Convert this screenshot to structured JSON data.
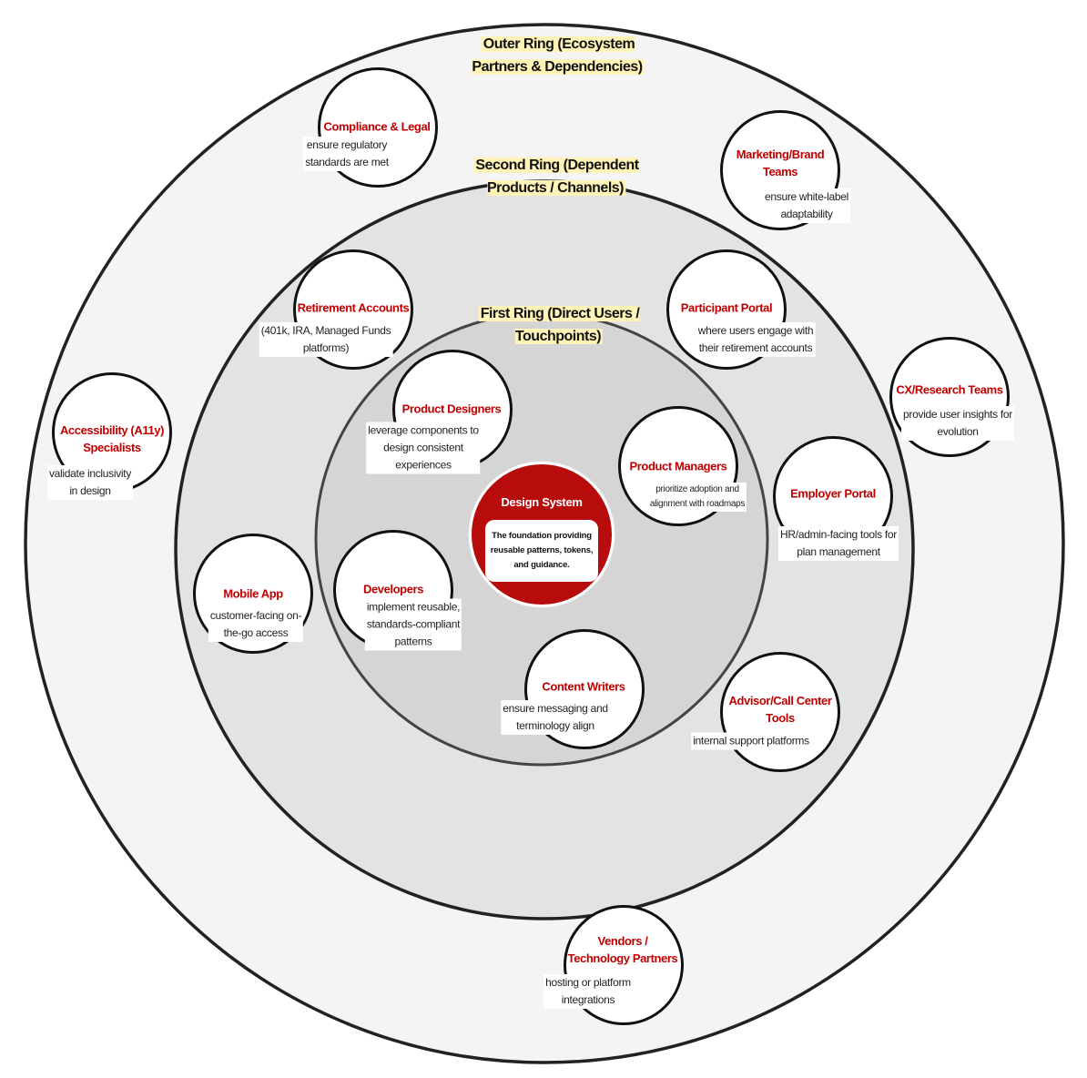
{
  "rings": {
    "outer": "Outer Ring (Ecosystem\nPartners & Dependencies)",
    "second": "Second Ring (Dependent\nProducts / Channels)",
    "first": "First Ring (Direct Users /\nTouchpoints)"
  },
  "core": {
    "title": "Design System",
    "description": "The foundation providing\nreusable patterns, tokens,\nand guidance."
  },
  "nodes": [
    {
      "title": "Compliance & Legal",
      "description": "ensure regulatory\nstandards are met"
    },
    {
      "title": "Marketing/Brand\nTeams",
      "description": "ensure white-label\nadaptability"
    },
    {
      "title": "Retirement Accounts",
      "description": "(401k, IRA, Managed Funds\nplatforms)"
    },
    {
      "title": "Participant Portal",
      "description": "where users engage with\ntheir retirement accounts"
    },
    {
      "title": "CX/Research Teams",
      "description": "provide user insights for\nevolution"
    },
    {
      "title": "Accessibility (A11y)\nSpecialists",
      "description": "validate inclusivity\nin design"
    },
    {
      "title": "Product Designers",
      "description": "leverage components to\ndesign consistent\nexperiences"
    },
    {
      "title": "Product Managers",
      "description": "prioritize adoption and\nalignment with roadmaps"
    },
    {
      "title": "Employer Portal",
      "description": "HR/admin-facing tools for\nplan management"
    },
    {
      "title": "Mobile App",
      "description": "customer-facing on-\nthe-go access"
    },
    {
      "title": "Developers",
      "description": "implement reusable,\nstandards-compliant\npatterns"
    },
    {
      "title": "Content Writers",
      "description": "ensure messaging and\nterminology align"
    },
    {
      "title": "Advisor/Call Center\nTools",
      "description": "internal support platforms"
    },
    {
      "title": "Vendors /\nTechnology Partners",
      "description": "hosting or platform\nintegrations"
    }
  ],
  "colors": {
    "accent": "#c00000",
    "core": "#b80c0c",
    "label_highlight": "#fff3b8"
  }
}
